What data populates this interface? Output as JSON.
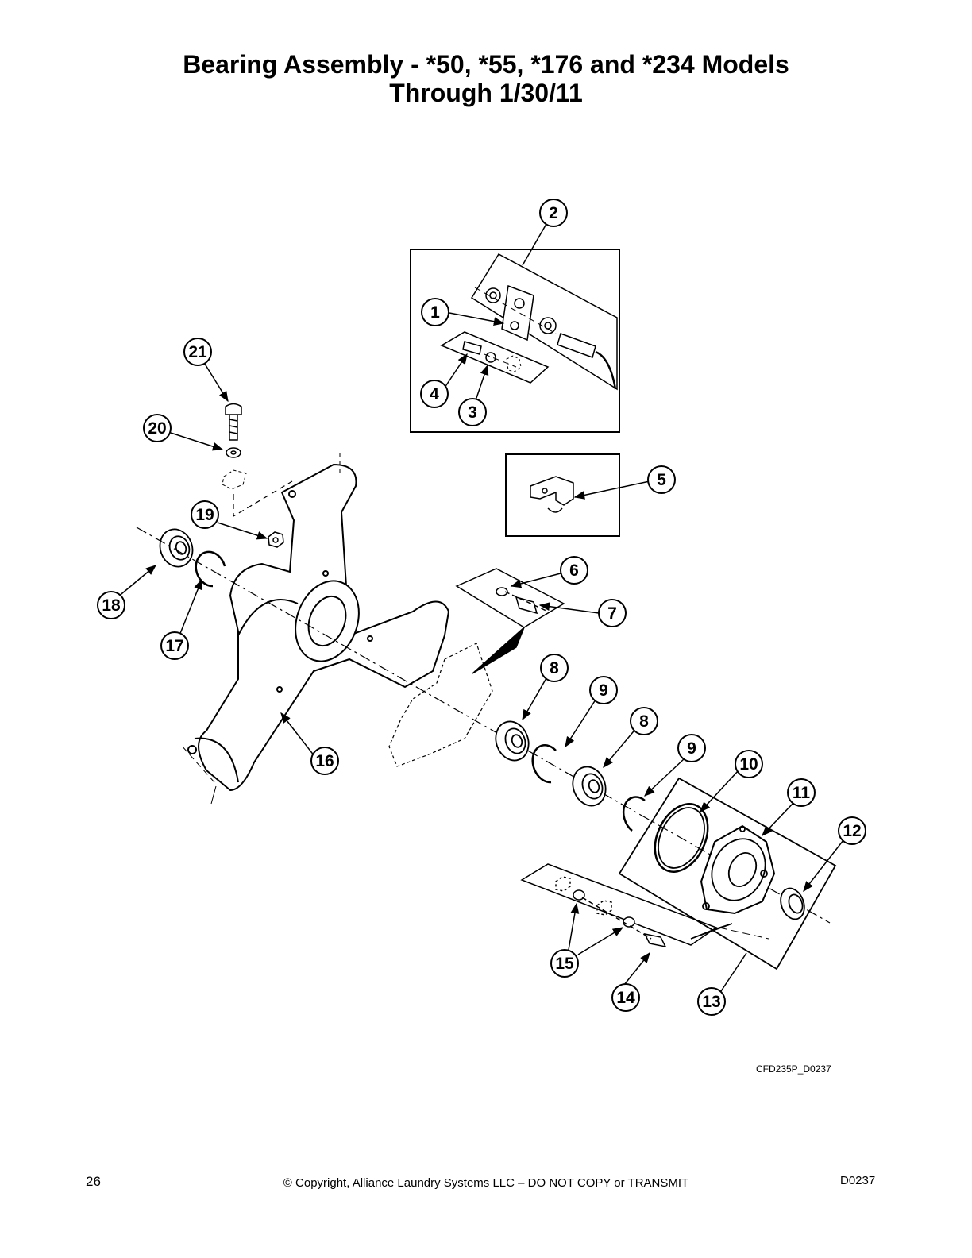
{
  "page": {
    "title_line1": "Bearing Assembly - *50, *55, *176 and *234 Models",
    "title_line2": "Through 1/30/11",
    "drawing_id": "CFD235P_D0237",
    "page_number": "26",
    "copyright": "© Copyright, Alliance Laundry Systems LLC – DO NOT COPY or TRANSMIT",
    "doc_code": "D0237"
  },
  "callouts": [
    {
      "label": "1"
    },
    {
      "label": "2"
    },
    {
      "label": "3"
    },
    {
      "label": "4"
    },
    {
      "label": "5"
    },
    {
      "label": "6"
    },
    {
      "label": "7"
    },
    {
      "label": "8"
    },
    {
      "label": "8"
    },
    {
      "label": "9"
    },
    {
      "label": "9"
    },
    {
      "label": "10"
    },
    {
      "label": "11"
    },
    {
      "label": "12"
    },
    {
      "label": "13"
    },
    {
      "label": "14"
    },
    {
      "label": "15"
    },
    {
      "label": "16"
    },
    {
      "label": "17"
    },
    {
      "label": "18"
    },
    {
      "label": "19"
    },
    {
      "label": "20"
    },
    {
      "label": "21"
    }
  ]
}
